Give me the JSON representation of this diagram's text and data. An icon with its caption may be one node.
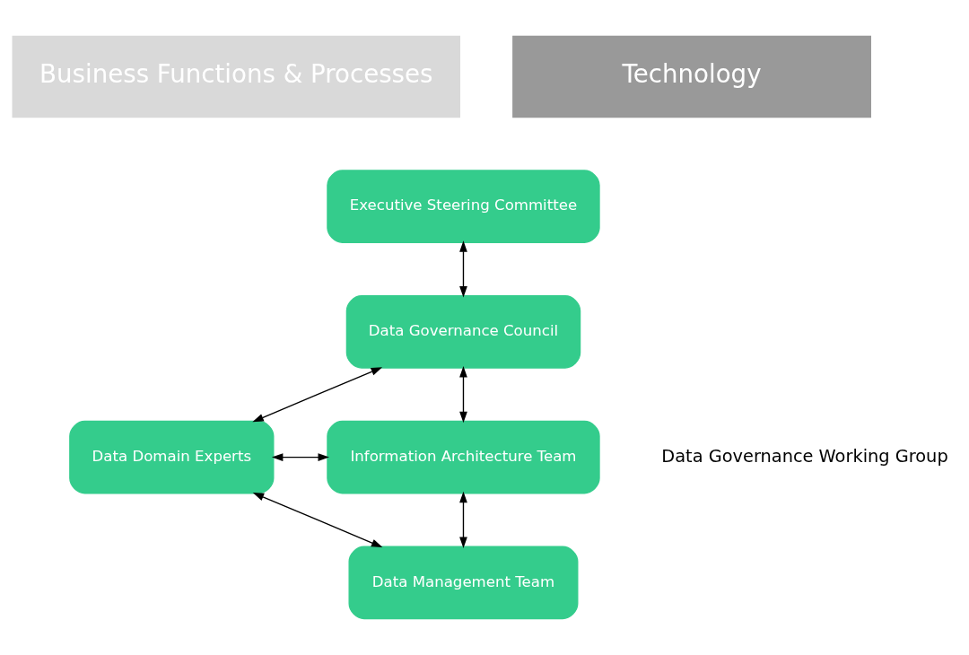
{
  "diagram": {
    "nodes": [
      {
        "text": [
          "Business Functions & Processes"
        ]
      },
      {
        "text": [
          "Technology"
        ]
      },
      {
        "text": [
          "Executive Steering Committee"
        ]
      },
      {
        "text": [
          "Data Governance Council"
        ]
      },
      {
        "text": [
          "Data Domain Experts"
        ]
      },
      {
        "text": [
          "Information Architecture Team"
        ]
      },
      {
        "text": [
          "Data Management Team"
        ]
      }
    ],
    "edges": [
      {
        "from": 2,
        "to": 3,
        "arrow": "both"
      },
      {
        "from": 3,
        "to": 4,
        "arrow": "both"
      },
      {
        "from": 3,
        "to": 5,
        "arrow": "both"
      },
      {
        "from": 4,
        "to": 5,
        "arrow": "both"
      },
      {
        "from": 4,
        "to": 6,
        "arrow": "both"
      },
      {
        "from": 5,
        "to": 6,
        "arrow": "both"
      }
    ],
    "labels": [
      "Data Governance Working Group"
    ]
  }
}
